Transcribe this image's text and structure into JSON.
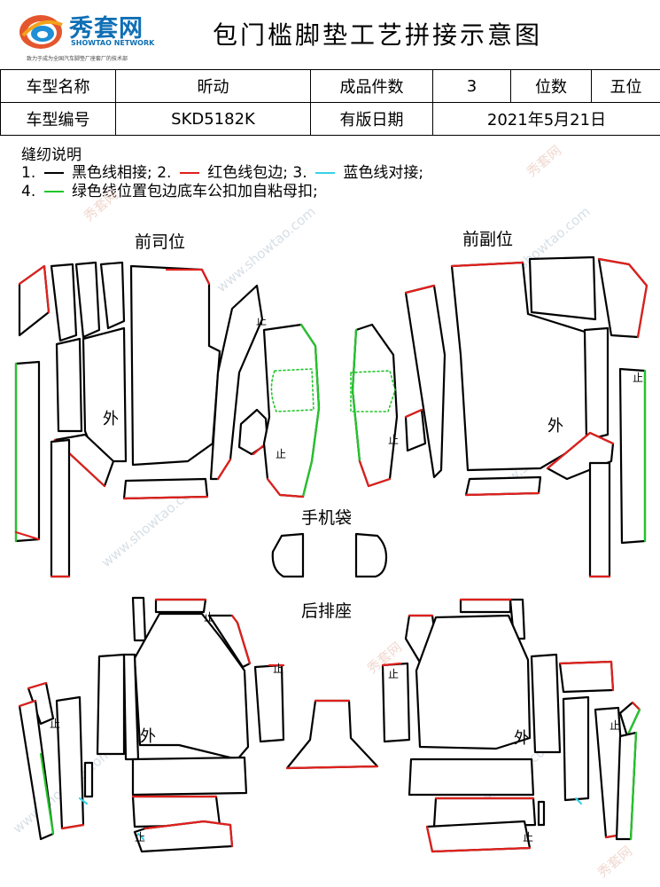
{
  "header": {
    "logo_brand": "秀套网",
    "logo_en": "SHOWTAO NETWORK",
    "logo_tagline": "致力于成为全国汽车脚垫厂座套厂的技术部",
    "title": "包门槛脚垫工艺拼接示意图"
  },
  "info": {
    "model_name_label": "车型名称",
    "model_name": "昕动",
    "pieces_label": "成品件数",
    "pieces": "3",
    "seats_label": "位数",
    "seats": "五位",
    "model_code_label": "车型编号",
    "model_code": "SKD5182K",
    "version_date_label": "有版日期",
    "version_date": "2021年5月21日"
  },
  "notes": {
    "heading": "缝纫说明",
    "n1_num": "1.",
    "n1_text": "黑色线相接;",
    "n2_num": "2.",
    "n2_text": "红色线包边;",
    "n3_num": "3.",
    "n3_text": "蓝色线对接;",
    "n4_num": "4.",
    "n4_text": "绿色线位置包边底车公扣加自粘母扣;"
  },
  "line_colors": {
    "black": "#000000",
    "red": "#e0201c",
    "cyan": "#35d4e8",
    "green": "#22c62a"
  },
  "sections": {
    "front_driver": "前司位",
    "front_passenger": "前副位",
    "phone_pocket": "手机袋",
    "rear_seat": "后排座"
  },
  "piece_labels": {
    "outer": "外",
    "stop": "止"
  },
  "watermark": {
    "brand": "秀套网",
    "url": "www.showtao.com"
  }
}
